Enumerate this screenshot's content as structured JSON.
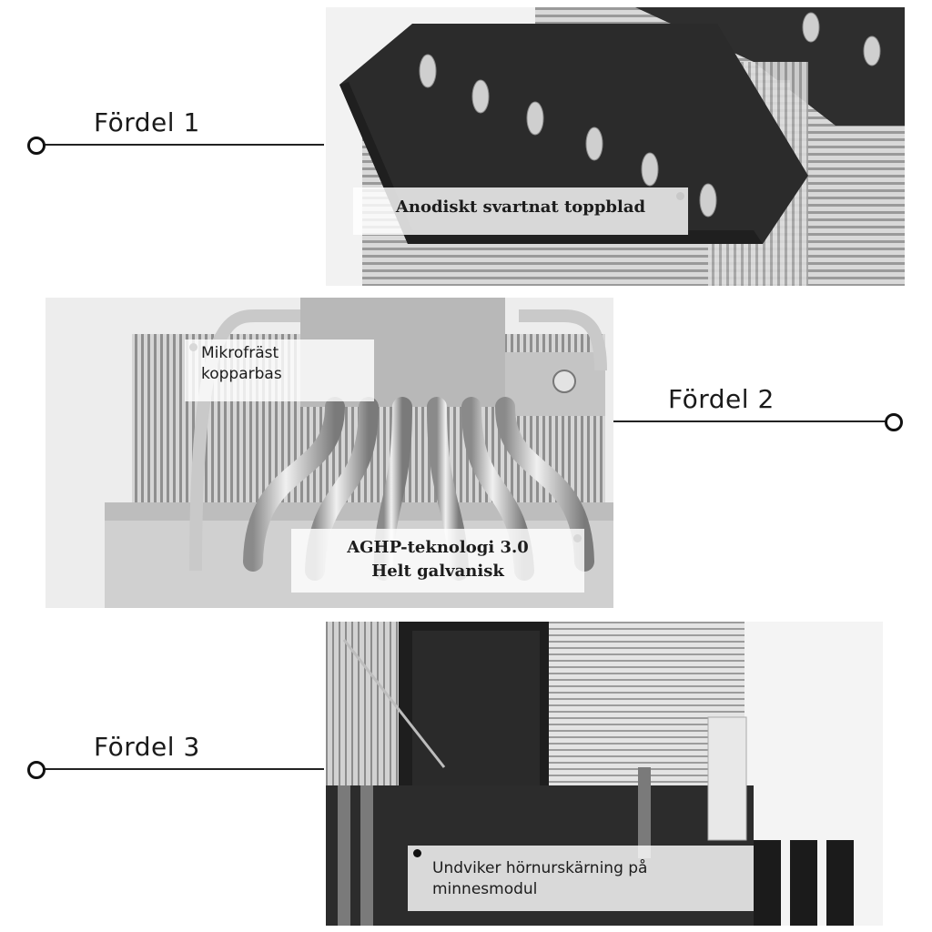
{
  "advantages": [
    {
      "label": "Fördel 1",
      "caption_lines": [
        "Anodiskt svartnat toppblad"
      ]
    },
    {
      "label": "Fördel 2",
      "caption_lines": [
        "Mikrofräst",
        "kopparbas"
      ],
      "caption2_lines": [
        "AGHP-teknologi 3.0",
        "Helt galvanisk"
      ]
    },
    {
      "label": "Fördel 3",
      "caption_lines": [
        "Undviker hörnurskärning på",
        "minnesmodul"
      ]
    }
  ],
  "colors": {
    "text": "#1a1a1a",
    "line": "#222222",
    "fin": "#b9b9b9",
    "black_plate": "#2b2b2b"
  }
}
